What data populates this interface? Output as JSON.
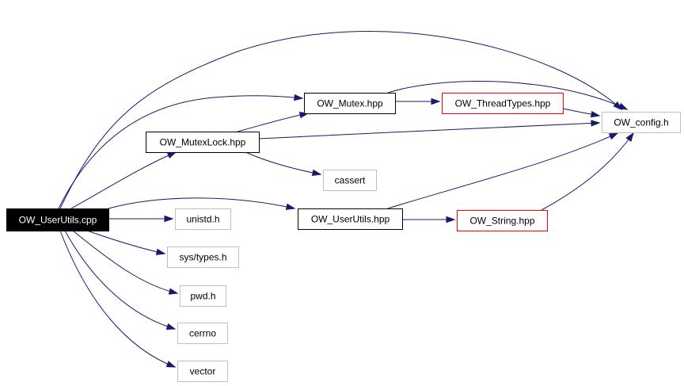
{
  "diagram": {
    "type": "include dependency graph",
    "colors": {
      "edge": "#191970",
      "root_fill": "#000000",
      "root_text": "#ffffff",
      "documented_border": "#000000",
      "incomplete_border": "#ff0000",
      "external_border": "#bfbfbf",
      "external_text": "#000000"
    },
    "nodes": [
      {
        "id": "userutils_cpp",
        "label": "OW_UserUtils.cpp",
        "kind": "root"
      },
      {
        "id": "mutex_hpp",
        "label": "OW_Mutex.hpp",
        "kind": "documented"
      },
      {
        "id": "threadtypes_hpp",
        "label": "OW_ThreadTypes.hpp",
        "kind": "incomplete"
      },
      {
        "id": "config_h",
        "label": "OW_config.h",
        "kind": "external"
      },
      {
        "id": "mutexlock_hpp",
        "label": "OW_MutexLock.hpp",
        "kind": "documented"
      },
      {
        "id": "cassert",
        "label": "cassert",
        "kind": "external"
      },
      {
        "id": "userutils_hpp",
        "label": "OW_UserUtils.hpp",
        "kind": "documented"
      },
      {
        "id": "string_hpp",
        "label": "OW_String.hpp",
        "kind": "incomplete"
      },
      {
        "id": "unistd_h",
        "label": "unistd.h",
        "kind": "external"
      },
      {
        "id": "sys_types_h",
        "label": "sys/types.h",
        "kind": "external"
      },
      {
        "id": "pwd_h",
        "label": "pwd.h",
        "kind": "external"
      },
      {
        "id": "cerrno",
        "label": "cerrno",
        "kind": "external"
      },
      {
        "id": "vector",
        "label": "vector",
        "kind": "external"
      }
    ],
    "edges": [
      {
        "from": "userutils_cpp",
        "to": "config_h"
      },
      {
        "from": "userutils_cpp",
        "to": "mutex_hpp"
      },
      {
        "from": "userutils_cpp",
        "to": "mutexlock_hpp"
      },
      {
        "from": "userutils_cpp",
        "to": "userutils_hpp"
      },
      {
        "from": "userutils_cpp",
        "to": "unistd_h"
      },
      {
        "from": "userutils_cpp",
        "to": "sys_types_h"
      },
      {
        "from": "userutils_cpp",
        "to": "pwd_h"
      },
      {
        "from": "userutils_cpp",
        "to": "cerrno"
      },
      {
        "from": "userutils_cpp",
        "to": "vector"
      },
      {
        "from": "mutex_hpp",
        "to": "threadtypes_hpp"
      },
      {
        "from": "mutex_hpp",
        "to": "config_h"
      },
      {
        "from": "threadtypes_hpp",
        "to": "config_h"
      },
      {
        "from": "mutexlock_hpp",
        "to": "mutex_hpp"
      },
      {
        "from": "mutexlock_hpp",
        "to": "config_h"
      },
      {
        "from": "mutexlock_hpp",
        "to": "cassert"
      },
      {
        "from": "userutils_hpp",
        "to": "config_h"
      },
      {
        "from": "userutils_hpp",
        "to": "string_hpp"
      },
      {
        "from": "string_hpp",
        "to": "config_h"
      }
    ]
  }
}
